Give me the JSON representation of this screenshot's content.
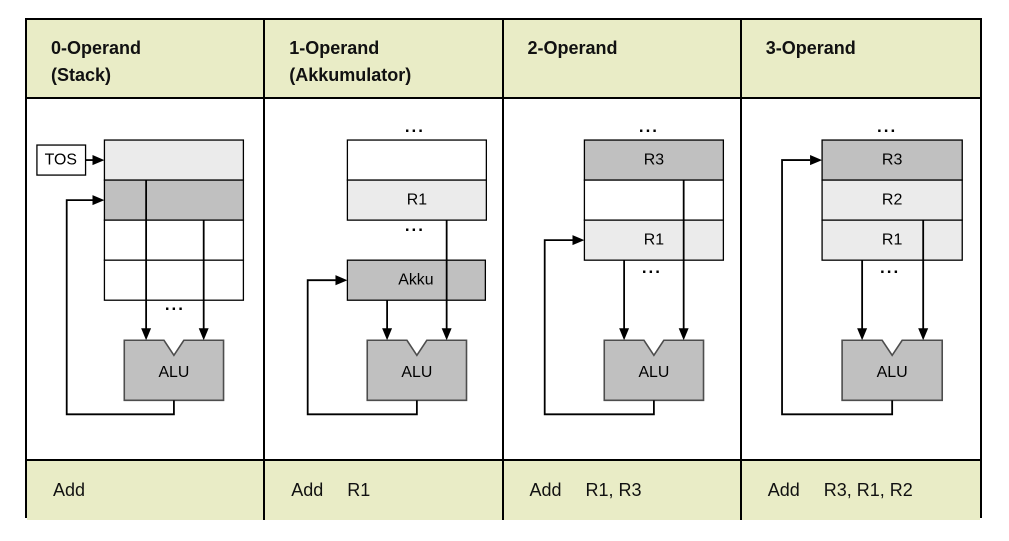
{
  "table": {
    "colors": {
      "band": "#e9ecc6",
      "dark": "#c0c0c0",
      "light": "#ebebeb",
      "white": "#ffffff",
      "alu": "#c0c0c0"
    },
    "columns": [
      {
        "header": {
          "line1": "0-Operand",
          "line2": "(Stack)"
        },
        "instruction": {
          "op": "Add",
          "args": ""
        },
        "labels": {
          "tos": "TOS",
          "alu": "ALU",
          "ellipsis_bottom": "..."
        }
      },
      {
        "header": {
          "line1": "1-Operand",
          "line2": "(Akkumulator)"
        },
        "instruction": {
          "op": "Add",
          "args": "R1"
        },
        "labels": {
          "ellipsis_top": "...",
          "r1": "R1",
          "ellipsis_bottom": "...",
          "akku": "Akku",
          "alu": "ALU"
        }
      },
      {
        "header": {
          "line1": "2-Operand",
          "line2": ""
        },
        "instruction": {
          "op": "Add",
          "args": "R1, R3"
        },
        "labels": {
          "ellipsis_top": "...",
          "r3": "R3",
          "r1": "R1",
          "ellipsis_bottom": "...",
          "alu": "ALU"
        }
      },
      {
        "header": {
          "line1": "3-Operand",
          "line2": ""
        },
        "instruction": {
          "op": "Add",
          "args": "R3, R1, R2"
        },
        "labels": {
          "ellipsis_top": "...",
          "r3": "R3",
          "r2": "R2",
          "r1": "R1",
          "ellipsis_bottom": "...",
          "alu": "ALU"
        }
      }
    ]
  }
}
